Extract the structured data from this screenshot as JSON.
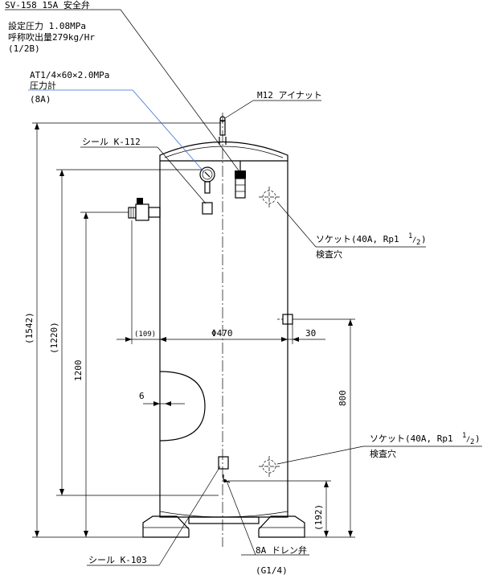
{
  "labels": {
    "safety_valve_1": "SV-158 15A 安全弁",
    "safety_valve_2": "設定圧力 1.08MPa",
    "safety_valve_3": "呼称吹出量279kg/Hr",
    "safety_valve_4": "(1/2B)",
    "gauge_1": "AT1/4×60×2.0MPa",
    "gauge_2": "圧力計",
    "gauge_3": "(8A)",
    "eye_nut": "M12 アイナット",
    "seal_top": "シール K-112",
    "socket_upper_1": "ソケット(40A, Rp1",
    "socket_upper_2": "検査穴",
    "socket_lower_1": "ソケット(40A, Rp1",
    "socket_lower_2": "検査穴",
    "seal_bottom": "シール K-103",
    "drain_1": "8A ドレン弁",
    "drain_2": "(G1/4)",
    "rp_frac_num": "1",
    "rp_frac_slash": "/",
    "rp_frac_den": "2",
    "rp_close": ")"
  },
  "dims": {
    "height_total": "(1542)",
    "height_mid": "(1220)",
    "height_1200": "1200",
    "offset_109": "(109)",
    "diameter": "Φ470",
    "offset_30": "30",
    "height_800": "800",
    "wall_6": "6",
    "offset_192": "(192)"
  }
}
